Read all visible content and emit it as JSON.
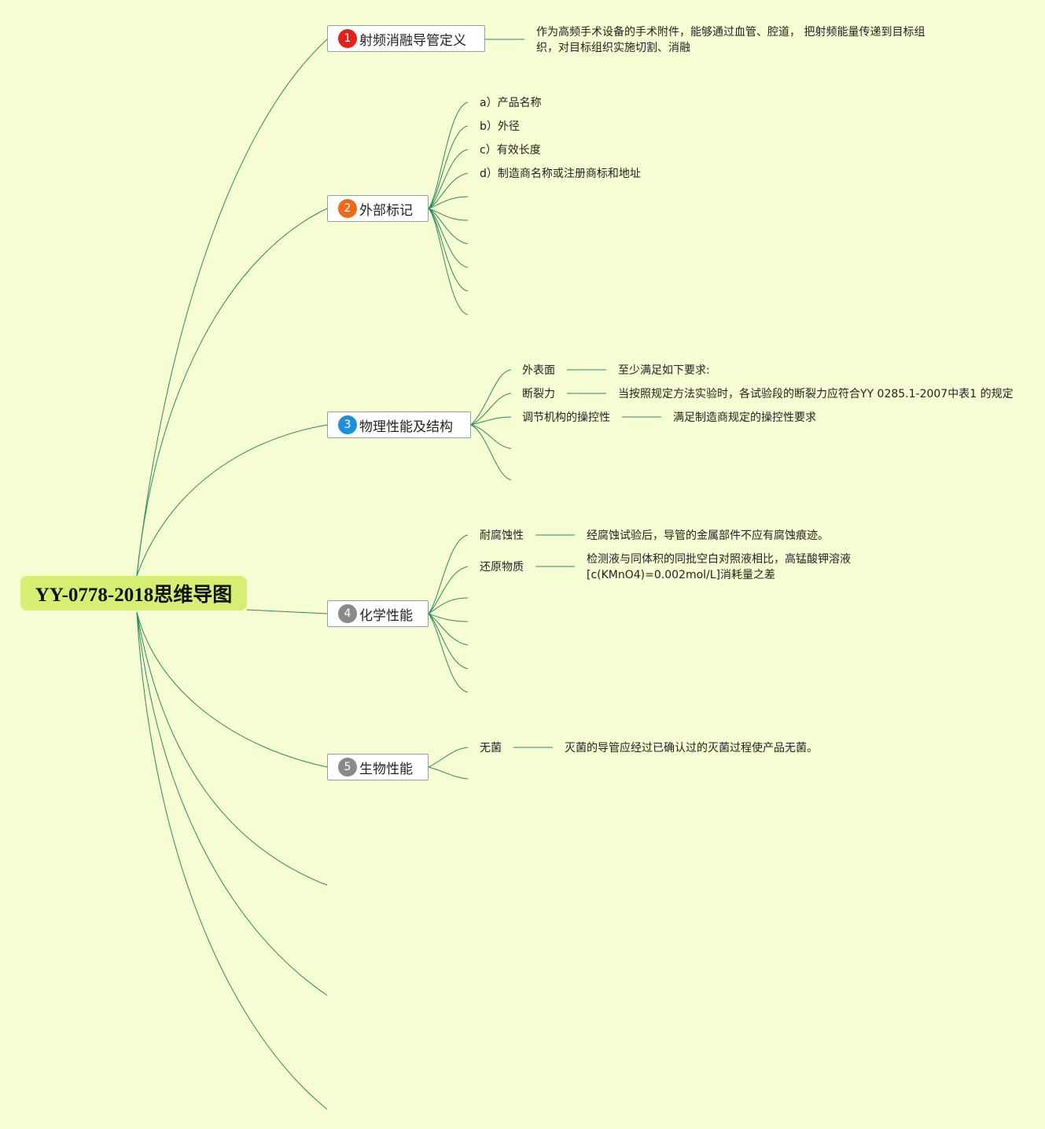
{
  "root": {
    "title": "YY-0778-2018思维导图"
  },
  "colors": {
    "background": "#f7fdd2",
    "root_fill": "#d6ef72",
    "line": "#2c8a5a",
    "badge1": "#e2231a",
    "badge2": "#ee6a1a",
    "badge3": "#1f8fdb",
    "badge4": "#8a8a8a",
    "badge5": "#8a8a8a"
  },
  "branches": [
    {
      "num": "1",
      "label": "射频消融导管定义",
      "desc": "作为高频手术设备的手术附件，能够通过血管、腔道， 把射频能量传递到目标组织，对目标组织实施切割、消融"
    },
    {
      "num": "2",
      "label": "外部标记",
      "items": [
        "a）产品名称",
        "b）外径",
        "c）有效长度",
        "d）制造商名称或注册商标和地址"
      ]
    },
    {
      "num": "3",
      "label": "物理性能及结构",
      "items": [
        {
          "name": "外表面",
          "value": "至少满足如下要求:"
        },
        {
          "name": "断裂力",
          "value": "当按照规定方法实验时，各试验段的断裂力应符合YY 0285.1-2007中表1 的规定"
        },
        {
          "name": "调节机构的操控性",
          "value": "满足制造商规定的操控性要求"
        }
      ]
    },
    {
      "num": "4",
      "label": "化学性能",
      "items": [
        {
          "name": "耐腐蚀性",
          "value": "经腐蚀试验后，导管的金属部件不应有腐蚀痕迹。"
        },
        {
          "name": "还原物质",
          "value": "检测液与同体积的同批空白对照液相比，高锰酸钾溶液[c(KMnO4)=0.002mol/L]消耗量之差"
        }
      ]
    },
    {
      "num": "5",
      "label": "生物性能",
      "items": [
        {
          "name": "无菌",
          "value": "灭菌的导管应经过已确认过的灭菌过程使产品无菌。"
        }
      ]
    }
  ]
}
